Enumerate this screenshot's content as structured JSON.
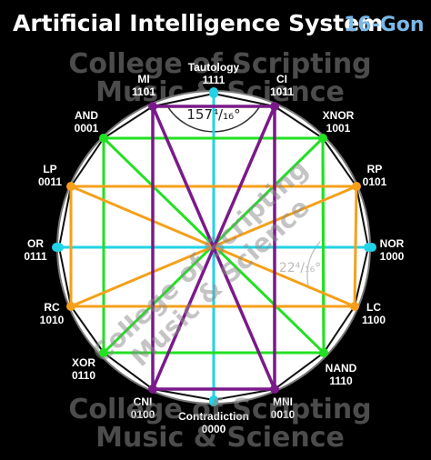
{
  "header": {
    "title": "Artificial Intelligence System",
    "subtitle": "16-Gon"
  },
  "watermark": {
    "line1": "College of Scripting",
    "line2": "Music & Science"
  },
  "angles": {
    "interior": "157⁴/₁₆°",
    "exterior": "22⁴/₁₆°"
  },
  "vertices": [
    {
      "name": "Tautology",
      "code": "1111"
    },
    {
      "name": "CI",
      "code": "1011"
    },
    {
      "name": "XNOR",
      "code": "1001"
    },
    {
      "name": "RP",
      "code": "0101"
    },
    {
      "name": "NOR",
      "code": "1000"
    },
    {
      "name": "LC",
      "code": "1100"
    },
    {
      "name": "NAND",
      "code": "1110"
    },
    {
      "name": "MNI",
      "code": "0010"
    },
    {
      "name": "Contradiction",
      "code": "0000"
    },
    {
      "name": "CNI",
      "code": "0100"
    },
    {
      "name": "XOR",
      "code": "0110"
    },
    {
      "name": "RC",
      "code": "1010"
    },
    {
      "name": "OR",
      "code": "0111"
    },
    {
      "name": "LP",
      "code": "0011"
    },
    {
      "name": "AND",
      "code": "0001"
    },
    {
      "name": "MI",
      "code": "1101"
    }
  ],
  "colors": {
    "background": "#000000",
    "polygon_fill": "#ffffff",
    "cyan": "#22d3e6",
    "green": "#22e022",
    "orange": "#f5a01a",
    "purple": "#7a1a8a",
    "text": "#ffffff",
    "subtitle": "#7ab8e8"
  }
}
